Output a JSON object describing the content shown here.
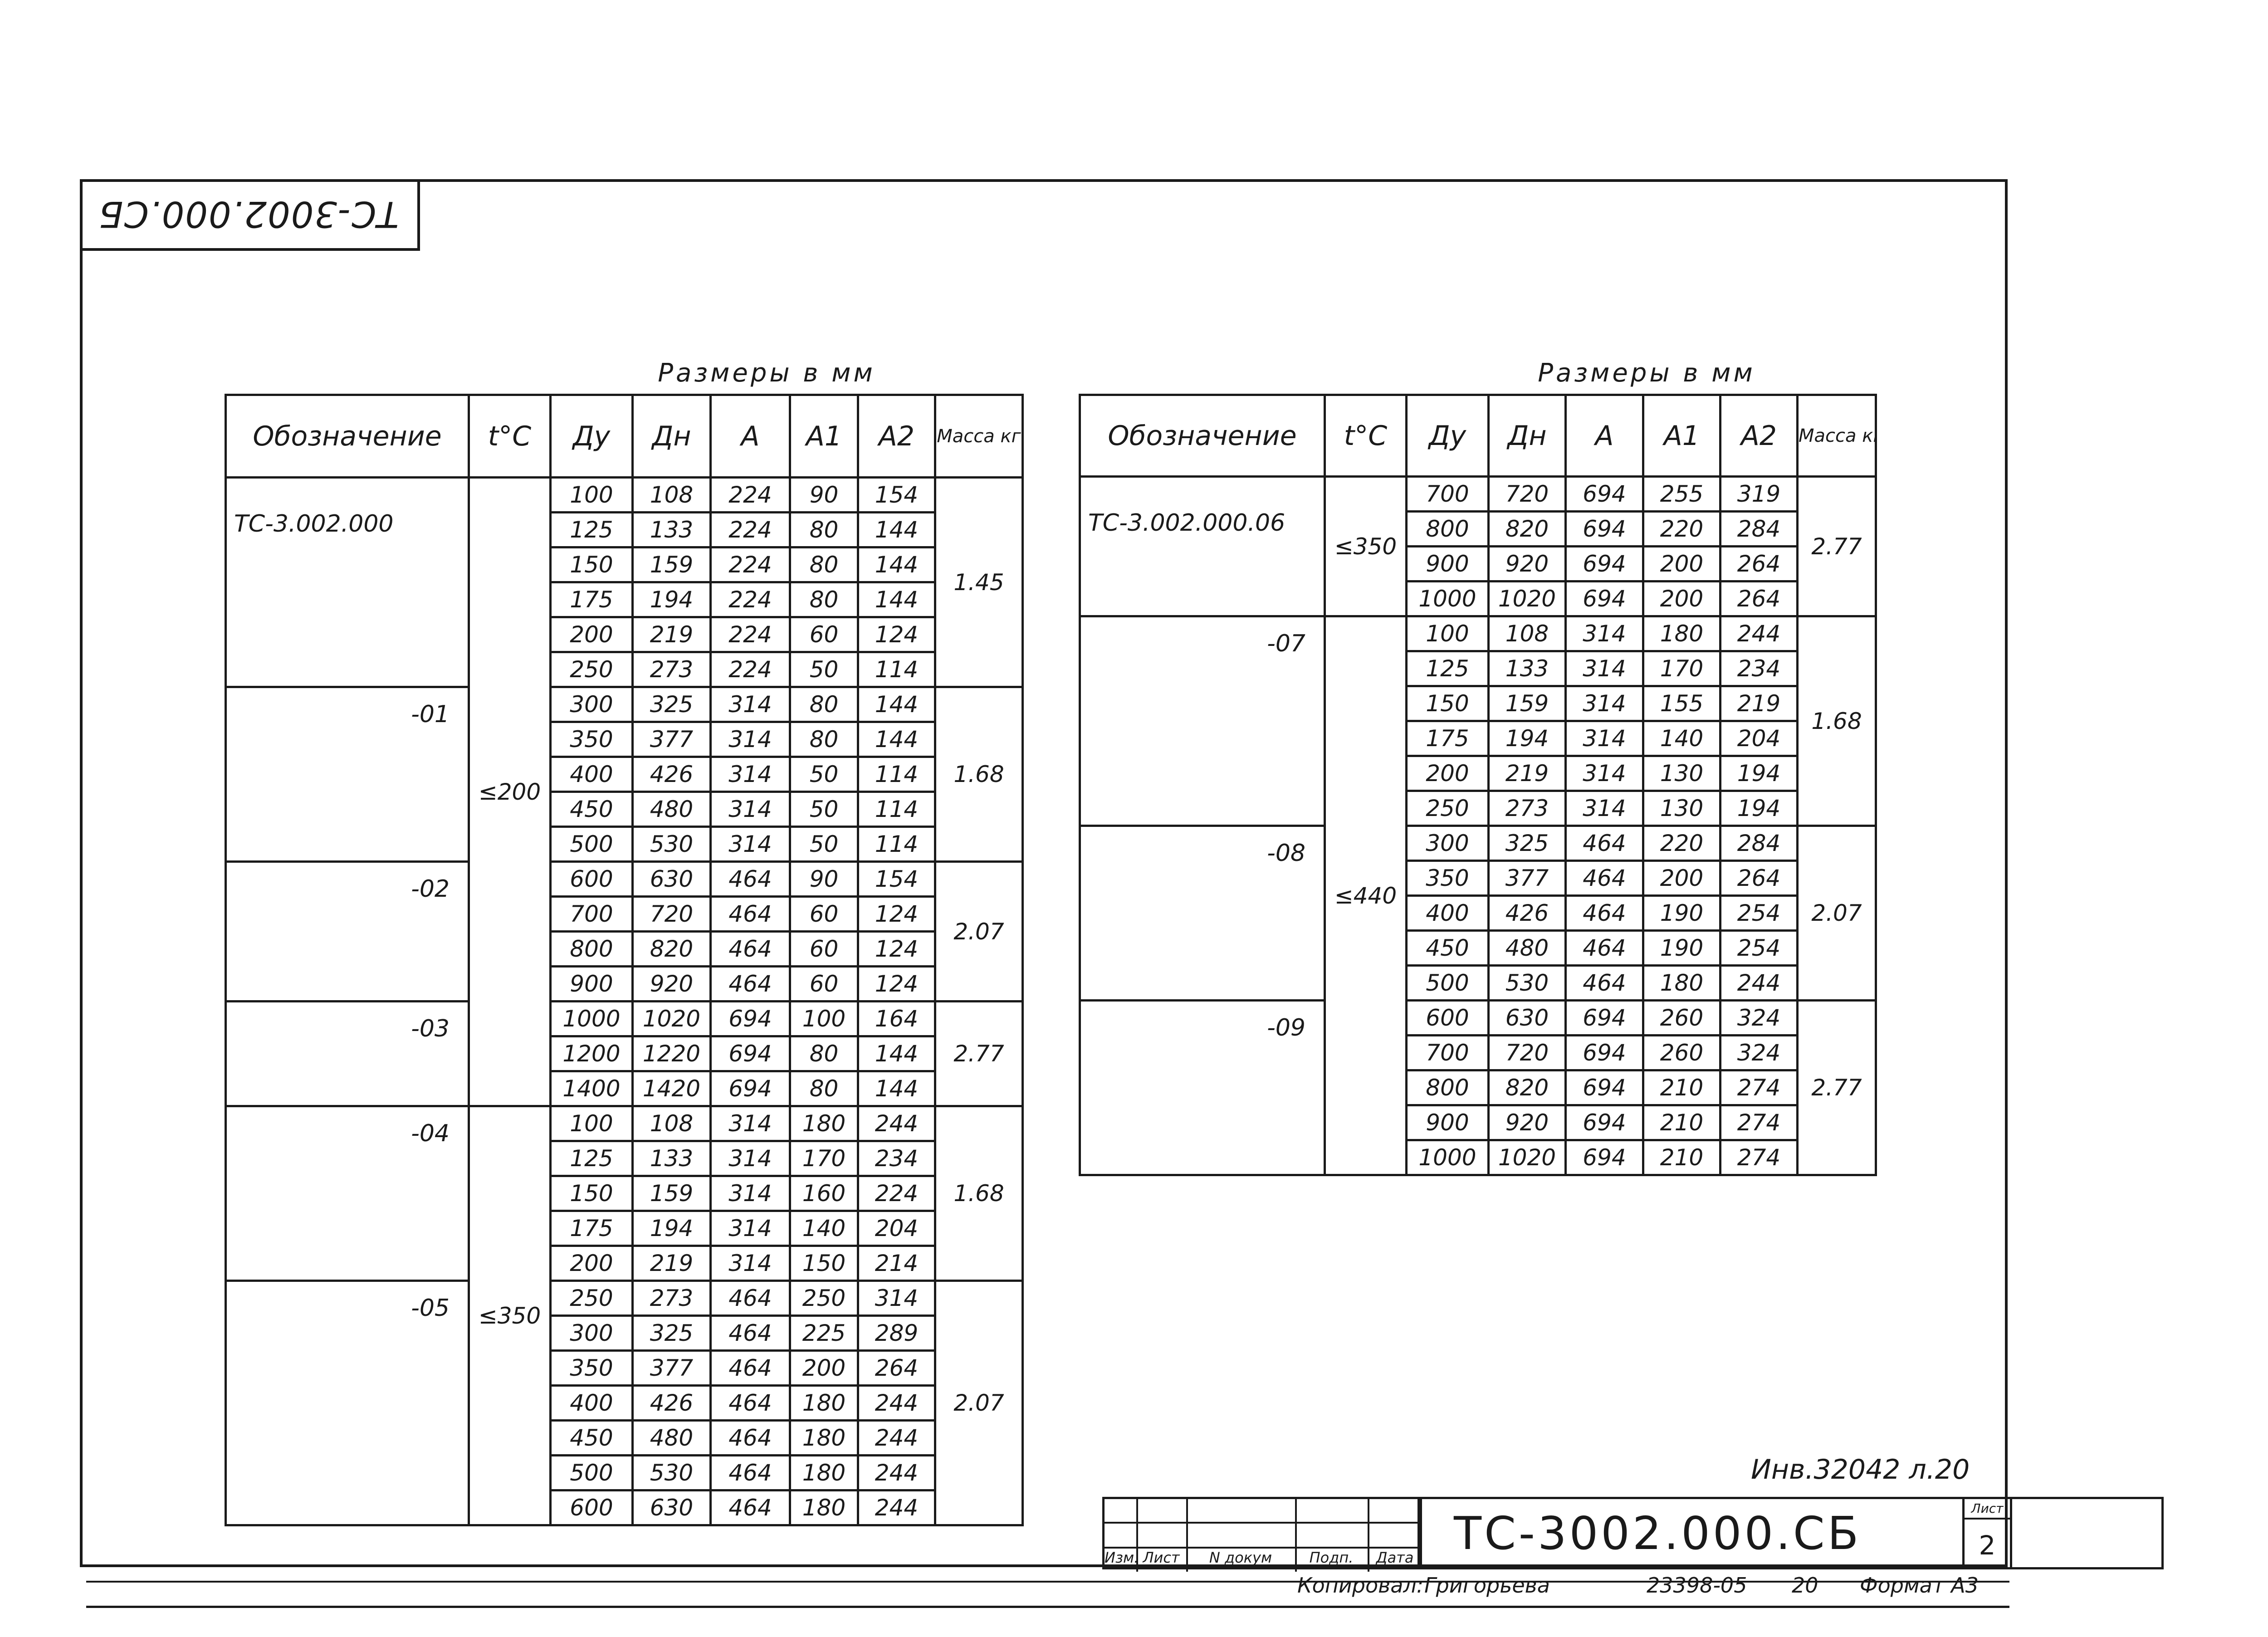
{
  "stamp_top": "ТС-3002.000.СБ",
  "left_table": {
    "caption": "Размеры в мм",
    "headers": {
      "designation": "Обозначение",
      "temp": "t°C",
      "du": "Ду",
      "dn": "Дн",
      "a": "А",
      "a1": "А1",
      "a2": "А2",
      "mass": "Масса кг"
    },
    "groups": [
      {
        "designation": "ТС-3.002.000",
        "mass": "1.45",
        "rows": [
          [
            "100",
            "108",
            "224",
            "90",
            "154"
          ],
          [
            "125",
            "133",
            "224",
            "80",
            "144"
          ],
          [
            "150",
            "159",
            "224",
            "80",
            "144"
          ],
          [
            "175",
            "194",
            "224",
            "80",
            "144"
          ],
          [
            "200",
            "219",
            "224",
            "60",
            "124"
          ],
          [
            "250",
            "273",
            "224",
            "50",
            "114"
          ]
        ]
      },
      {
        "designation": "-01",
        "mass": "1.68",
        "rows": [
          [
            "300",
            "325",
            "314",
            "80",
            "144"
          ],
          [
            "350",
            "377",
            "314",
            "80",
            "144"
          ],
          [
            "400",
            "426",
            "314",
            "50",
            "114"
          ],
          [
            "450",
            "480",
            "314",
            "50",
            "114"
          ],
          [
            "500",
            "530",
            "314",
            "50",
            "114"
          ]
        ]
      },
      {
        "designation": "-02",
        "mass": "2.07",
        "rows": [
          [
            "600",
            "630",
            "464",
            "90",
            "154"
          ],
          [
            "700",
            "720",
            "464",
            "60",
            "124"
          ],
          [
            "800",
            "820",
            "464",
            "60",
            "124"
          ],
          [
            "900",
            "920",
            "464",
            "60",
            "124"
          ]
        ]
      },
      {
        "designation": "-03",
        "mass": "2.77",
        "rows": [
          [
            "1000",
            "1020",
            "694",
            "100",
            "164"
          ],
          [
            "1200",
            "1220",
            "694",
            "80",
            "144"
          ],
          [
            "1400",
            "1420",
            "694",
            "80",
            "144"
          ]
        ]
      },
      {
        "designation": "-04",
        "mass": "1.68",
        "rows": [
          [
            "100",
            "108",
            "314",
            "180",
            "244"
          ],
          [
            "125",
            "133",
            "314",
            "170",
            "234"
          ],
          [
            "150",
            "159",
            "314",
            "160",
            "224"
          ],
          [
            "175",
            "194",
            "314",
            "140",
            "204"
          ],
          [
            "200",
            "219",
            "314",
            "150",
            "214"
          ]
        ]
      },
      {
        "designation": "-05",
        "mass": "2.07",
        "rows": [
          [
            "250",
            "273",
            "464",
            "250",
            "314"
          ],
          [
            "300",
            "325",
            "464",
            "225",
            "289"
          ],
          [
            "350",
            "377",
            "464",
            "200",
            "264"
          ],
          [
            "400",
            "426",
            "464",
            "180",
            "244"
          ],
          [
            "450",
            "480",
            "464",
            "180",
            "244"
          ],
          [
            "500",
            "530",
            "464",
            "180",
            "244"
          ],
          [
            "600",
            "630",
            "464",
            "180",
            "244"
          ]
        ]
      }
    ],
    "temps": [
      "≤200",
      "≤350"
    ]
  },
  "right_table": {
    "caption": "Размеры в мм",
    "headers": {
      "designation": "Обозначение",
      "temp": "t°C",
      "du": "Ду",
      "dn": "Дн",
      "a": "А",
      "a1": "А1",
      "a2": "А2",
      "mass": "Масса кг"
    },
    "groups": [
      {
        "designation": "ТС-3.002.000.06",
        "mass": "2.77",
        "rows": [
          [
            "700",
            "720",
            "694",
            "255",
            "319"
          ],
          [
            "800",
            "820",
            "694",
            "220",
            "284"
          ],
          [
            "900",
            "920",
            "694",
            "200",
            "264"
          ],
          [
            "1000",
            "1020",
            "694",
            "200",
            "264"
          ]
        ]
      },
      {
        "designation": "-07",
        "mass": "1.68",
        "rows": [
          [
            "100",
            "108",
            "314",
            "180",
            "244"
          ],
          [
            "125",
            "133",
            "314",
            "170",
            "234"
          ],
          [
            "150",
            "159",
            "314",
            "155",
            "219"
          ],
          [
            "175",
            "194",
            "314",
            "140",
            "204"
          ],
          [
            "200",
            "219",
            "314",
            "130",
            "194"
          ],
          [
            "250",
            "273",
            "314",
            "130",
            "194"
          ]
        ]
      },
      {
        "designation": "-08",
        "mass": "2.07",
        "rows": [
          [
            "300",
            "325",
            "464",
            "220",
            "284"
          ],
          [
            "350",
            "377",
            "464",
            "200",
            "264"
          ],
          [
            "400",
            "426",
            "464",
            "190",
            "254"
          ],
          [
            "450",
            "480",
            "464",
            "190",
            "254"
          ],
          [
            "500",
            "530",
            "464",
            "180",
            "244"
          ]
        ]
      },
      {
        "designation": "-09",
        "mass": "2.77",
        "rows": [
          [
            "600",
            "630",
            "694",
            "260",
            "324"
          ],
          [
            "700",
            "720",
            "694",
            "260",
            "324"
          ],
          [
            "800",
            "820",
            "694",
            "210",
            "274"
          ],
          [
            "900",
            "920",
            "694",
            "210",
            "274"
          ],
          [
            "1000",
            "1020",
            "694",
            "210",
            "274"
          ]
        ]
      }
    ],
    "temps": [
      "≤350",
      "≤440"
    ]
  },
  "title_block": {
    "code": "ТС-3002.000.СБ",
    "col_labels": [
      "Изм.",
      "Лист",
      "N докум",
      "Подп.",
      "Дата"
    ],
    "sheet_label": "Лист",
    "sheet_number": "2"
  },
  "inventory_note": "Инв.32042 л.20",
  "footer": {
    "copied": "Копировал:",
    "copier": "Григорьева",
    "order": "23398-05",
    "page": "20",
    "format": "Формат А3"
  }
}
